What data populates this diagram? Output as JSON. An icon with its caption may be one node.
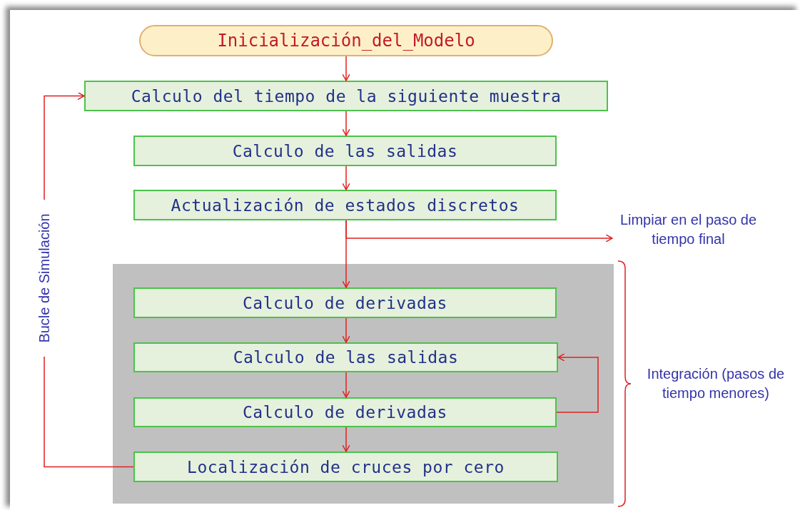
{
  "diagram": {
    "nodes": [
      {
        "text": [
          "Inicialización_del_Modelo"
        ]
      },
      {
        "text": [
          "Calculo del tiempo de la siguiente muestra"
        ]
      },
      {
        "text": [
          "Calculo de las salidas"
        ]
      },
      {
        "text": [
          "Actualización de estados discretos"
        ]
      },
      {
        "text": [
          "Limpiar en el paso de tiempo final"
        ]
      },
      {
        "text": [],
        "shape": "box"
      },
      {
        "text": [
          "Calculo de derivadas"
        ],
        "in": 5
      },
      {
        "text": [
          "Calculo de las salidas"
        ],
        "in": 5
      },
      {
        "text": [
          "Calculo de derivadas"
        ],
        "in": 5
      },
      {
        "text": [
          "Localización de cruces por cero"
        ],
        "in": 5
      }
    ],
    "edges": [
      {
        "from": 0,
        "to": 1,
        "arrow": "to"
      },
      {
        "from": 1,
        "to": 2,
        "arrow": "to"
      },
      {
        "from": 2,
        "to": 3,
        "arrow": "to"
      },
      {
        "from": 3,
        "to": 4,
        "arrow": "to"
      },
      {
        "from": 3,
        "to": 6,
        "arrow": "to"
      },
      {
        "from": 6,
        "to": 7,
        "arrow": "to"
      },
      {
        "from": 7,
        "to": 8,
        "arrow": "to"
      },
      {
        "from": 8,
        "to": 7,
        "arrow": "to"
      },
      {
        "from": 8,
        "to": 9,
        "arrow": "to"
      },
      {
        "from": 9,
        "to": 1,
        "arrow": "to",
        "label": "Bucle de Simulación"
      }
    ],
    "labels": [
      "Integración (pasos de tiempo menores)"
    ]
  }
}
